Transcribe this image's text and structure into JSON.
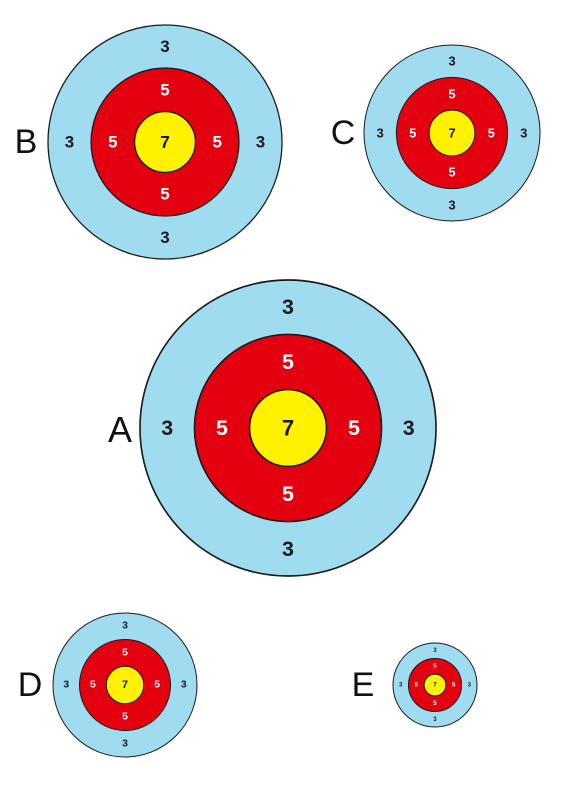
{
  "colors": {
    "outer_ring": "#9fdcf0",
    "middle_ring": "#e3000f",
    "bullseye": "#fff200",
    "outline": "#1a1a1a",
    "outer_score_text": "#1a1a1a",
    "middle_score_text": "#ffffff",
    "bullseye_score_text": "#1a1a1a"
  },
  "scores": {
    "outer": "3",
    "middle": "5",
    "bullseye": "7"
  },
  "targets": [
    {
      "label": "B"
    },
    {
      "label": "C"
    },
    {
      "label": "A"
    },
    {
      "label": "D"
    },
    {
      "label": "E"
    }
  ]
}
